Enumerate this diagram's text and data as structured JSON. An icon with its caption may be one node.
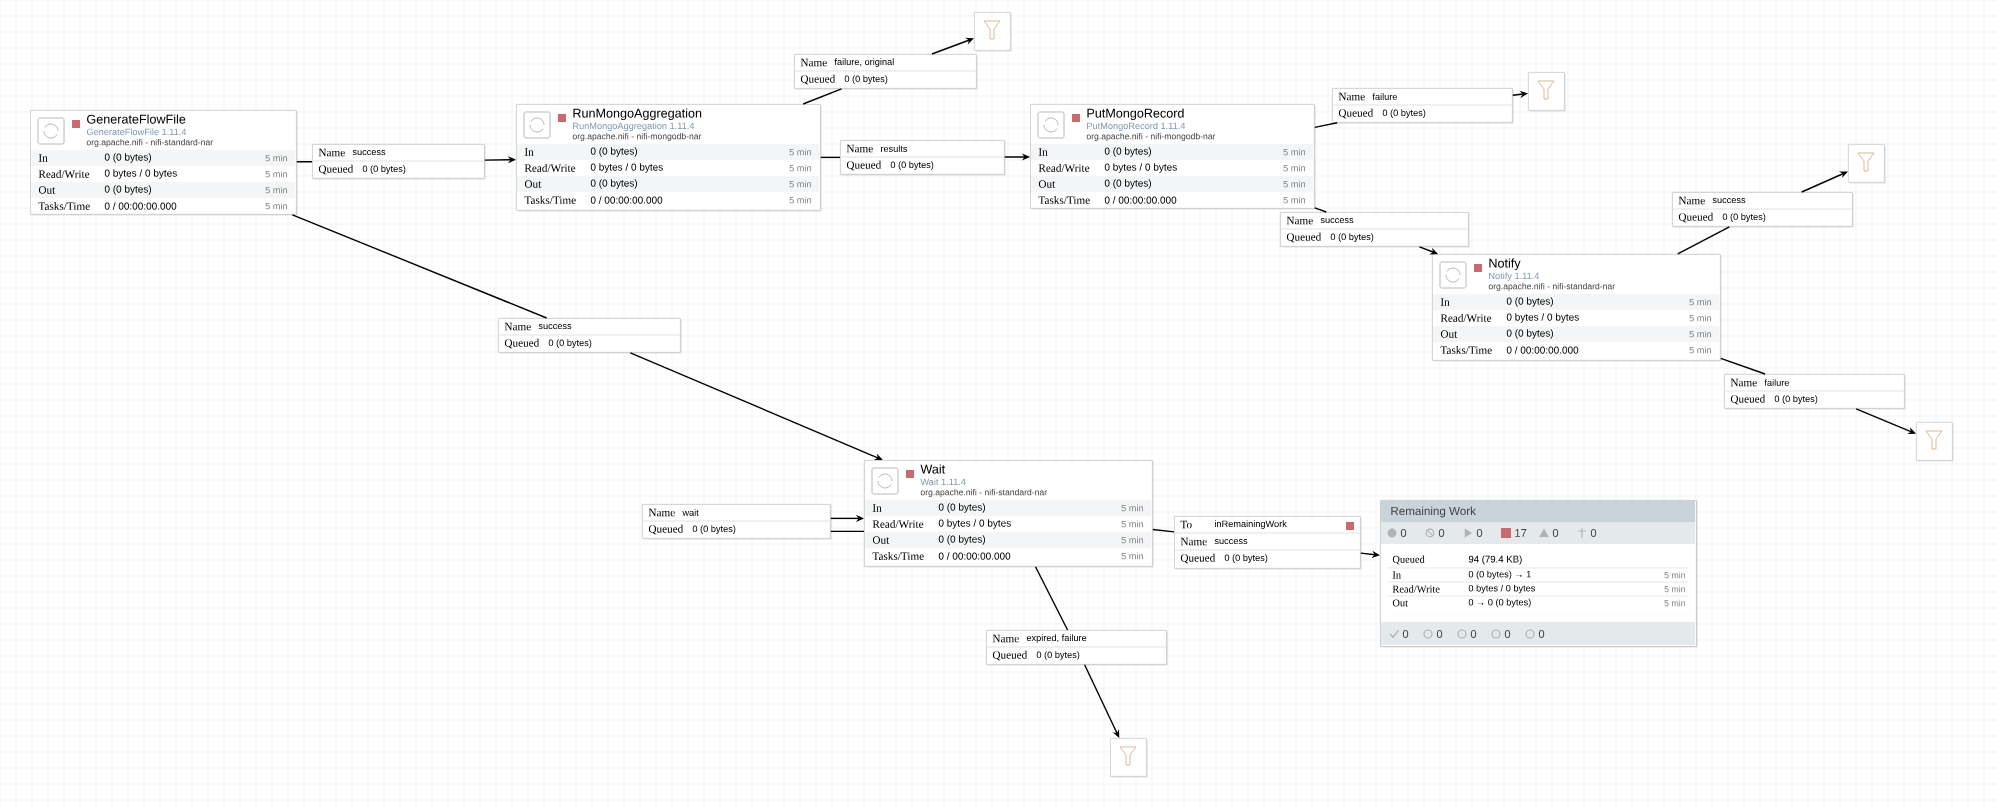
{
  "diagram": {
    "nodes": [
      {
        "text": [
          "GenerateFlowFile",
          "GenerateFlowFile 1.11.4",
          "org.apache.nifi - nifi-standard-nar",
          "In",
          "0 (0 bytes)",
          "5 min",
          "Read/Write",
          "0 bytes / 0 bytes",
          "5 min",
          "Out",
          "0 (0 bytes)",
          "5 min",
          "Tasks/Time",
          "0 / 00:00:00.000",
          "5 min"
        ]
      },
      {
        "text": [
          "Name",
          "success",
          "Queued",
          "0 (0 bytes)"
        ]
      },
      {
        "text": [
          "RunMongoAggregation",
          "RunMongoAggregation 1.11.4",
          "org.apache.nifi - nifi-mongodb-nar",
          "In",
          "0 (0 bytes)",
          "5 min",
          "Read/Write",
          "0 bytes / 0 bytes",
          "5 min",
          "Out",
          "0 (0 bytes)",
          "5 min",
          "Tasks/Time",
          "0 / 00:00:00.000",
          "5 min"
        ]
      },
      {
        "text": [
          "Name",
          "failure, original",
          "Queued",
          "0 (0 bytes)"
        ]
      },
      {
        "text": [],
        "shape": "funnel"
      },
      {
        "text": [
          "Name",
          "results",
          "Queued",
          "0 (0 bytes)"
        ]
      },
      {
        "text": [
          "PutMongoRecord",
          "PutMongoRecord 1.11.4",
          "org.apache.nifi - nifi-mongodb-nar",
          "In",
          "0 (0 bytes)",
          "5 min",
          "Read/Write",
          "0 bytes / 0 bytes",
          "5 min",
          "Out",
          "0 (0 bytes)",
          "5 min",
          "Tasks/Time",
          "0 / 00:00:00.000",
          "5 min"
        ]
      },
      {
        "text": [
          "Name",
          "failure",
          "Queued",
          "0 (0 bytes)"
        ]
      },
      {
        "text": [],
        "shape": "funnel"
      },
      {
        "text": [
          "Name",
          "success",
          "Queued",
          "0 (0 bytes)"
        ]
      },
      {
        "text": [
          "Notify",
          "Notify 1.11.4",
          "org.apache.nifi - nifi-standard-nar",
          "In",
          "0 (0 bytes)",
          "5 min",
          "Read/Write",
          "0 bytes / 0 bytes",
          "5 min",
          "Out",
          "0 (0 bytes)",
          "5 min",
          "Tasks/Time",
          "0 / 00:00:00.000",
          "5 min"
        ]
      },
      {
        "text": [
          "Name",
          "success",
          "Queued",
          "0 (0 bytes)"
        ]
      },
      {
        "text": [],
        "shape": "funnel"
      },
      {
        "text": [
          "Name",
          "failure",
          "Queued",
          "0 (0 bytes)"
        ]
      },
      {
        "text": [],
        "shape": "funnel"
      },
      {
        "text": [
          "Name",
          "success",
          "Queued",
          "0 (0 bytes)"
        ]
      },
      {
        "text": [
          "Wait",
          "Wait 1.11.4",
          "org.apache.nifi - nifi-standard-nar",
          "In",
          "0 (0 bytes)",
          "5 min",
          "Read/Write",
          "0 bytes / 0 bytes",
          "5 min",
          "Out",
          "0 (0 bytes)",
          "5 min",
          "Tasks/Time",
          "0 / 00:00:00.000",
          "5 min"
        ]
      },
      {
        "text": [
          "Name",
          "wait",
          "Queued",
          "0 (0 bytes)"
        ]
      },
      {
        "text": [
          "To",
          "inRemainingWork",
          "Name",
          "success",
          "Queued",
          "0 (0 bytes)"
        ]
      },
      {
        "text": [
          "Remaining Work",
          "0",
          "0",
          "0",
          "17",
          "0",
          "0",
          "Queued",
          "94 (79.4 KB)",
          "In",
          "0 (0 bytes) → 1",
          "5 min",
          "Read/Write",
          "0 bytes / 0 bytes",
          "5 min",
          "Out",
          "0 → 0 (0 bytes)",
          "5 min",
          "0",
          "0",
          "0",
          "0",
          "0"
        ]
      },
      {
        "text": [
          "Name",
          "expired, failure",
          "Queued",
          "0 (0 bytes)"
        ]
      },
      {
        "text": [],
        "shape": "funnel"
      }
    ],
    "edges": [
      {
        "from": 0,
        "to": 1,
        "arrow": "none"
      },
      {
        "from": 1,
        "to": 2,
        "arrow": "to"
      },
      {
        "from": 2,
        "to": 3,
        "arrow": "none"
      },
      {
        "from": 3,
        "to": 4,
        "arrow": "to"
      },
      {
        "from": 2,
        "to": 5,
        "arrow": "none"
      },
      {
        "from": 5,
        "to": 6,
        "arrow": "to"
      },
      {
        "from": 6,
        "to": 7,
        "arrow": "none"
      },
      {
        "from": 7,
        "to": 8,
        "arrow": "to"
      },
      {
        "from": 6,
        "to": 9,
        "arrow": "none"
      },
      {
        "from": 9,
        "to": 10,
        "arrow": "to"
      },
      {
        "from": 10,
        "to": 11,
        "arrow": "none"
      },
      {
        "from": 11,
        "to": 12,
        "arrow": "to"
      },
      {
        "from": 10,
        "to": 13,
        "arrow": "none"
      },
      {
        "from": 13,
        "to": 14,
        "arrow": "to"
      },
      {
        "from": 0,
        "to": 15,
        "arrow": "none"
      },
      {
        "from": 15,
        "to": 16,
        "arrow": "to"
      },
      {
        "from": 16,
        "to": 17,
        "arrow": "none"
      },
      {
        "from": 17,
        "to": 16,
        "arrow": "to"
      },
      {
        "from": 16,
        "to": 18,
        "arrow": "none"
      },
      {
        "from": 18,
        "to": 19,
        "arrow": "to"
      },
      {
        "from": 16,
        "to": 20,
        "arrow": "none"
      },
      {
        "from": 20,
        "to": 21,
        "arrow": "to"
      }
    ]
  }
}
